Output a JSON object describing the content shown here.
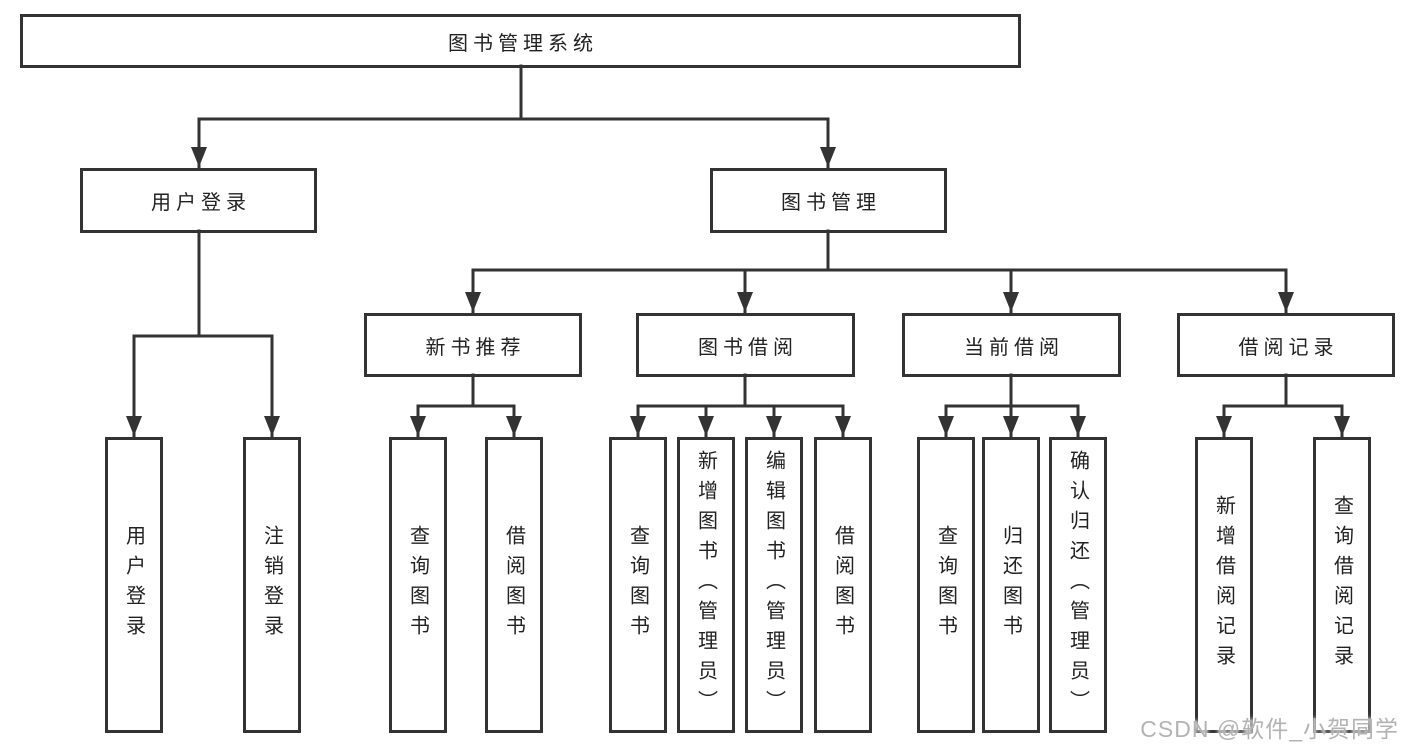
{
  "tree": {
    "label": "图书管理系统",
    "children": [
      {
        "label": "用户登录",
        "children": [
          {
            "label": "用户登录"
          },
          {
            "label": "注销登录"
          }
        ]
      },
      {
        "label": "图书管理",
        "children": [
          {
            "label": "新书推荐",
            "children": [
              {
                "label": "查询图书"
              },
              {
                "label": "借阅图书"
              }
            ]
          },
          {
            "label": "图书借阅",
            "children": [
              {
                "label": "查询图书"
              },
              {
                "label": "新增图书（管理员）"
              },
              {
                "label": "编辑图书（管理员）"
              },
              {
                "label": "借阅图书"
              }
            ]
          },
          {
            "label": "当前借阅",
            "children": [
              {
                "label": "查询图书"
              },
              {
                "label": "归还图书"
              },
              {
                "label": "确认归还（管理员）"
              }
            ]
          },
          {
            "label": "借阅记录",
            "children": [
              {
                "label": "新增借阅记录"
              },
              {
                "label": "查询借阅记录"
              }
            ]
          }
        ]
      }
    ]
  },
  "watermark": {
    "text": "CSDN @软件_小贺同学"
  },
  "colors": {
    "line": "#333333",
    "text": "#222222",
    "box_background": "#ffffff",
    "watermark": "#b3b3b3",
    "background": "#ffffff"
  }
}
